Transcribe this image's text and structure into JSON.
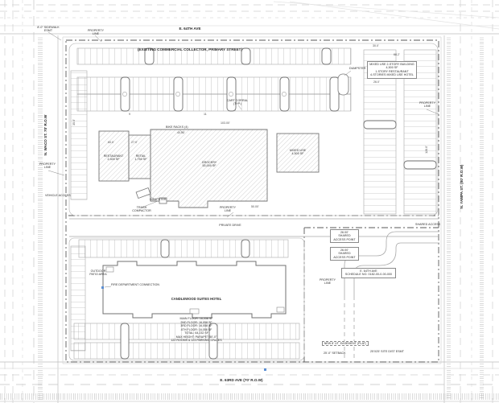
{
  "roads": {
    "north_line1": "E. 64TH AVE",
    "north_line2": "(EXISTING COMMERCIAL COLLECTOR, PRIMARY STREET)",
    "west": "N. WACO ST. 70' R.O.W",
    "east": "N. YAMPA ST. (80' R.O.W)",
    "south": "E. 63RD AVE (70' R.O.W)"
  },
  "buildings": {
    "restaurant": "RESTAURANT\n2,400 SF",
    "retail": "RETAIL\n1,750 SF",
    "grocery": "GROCERY\n53,000 SF",
    "mixed_use": "MIXED USE\n4,500 SF",
    "hotel_name": "CANDLEWOOD SUITES HOTEL",
    "hotel_floors": "MAIN FLOOR: 16,058 SF\n2ND FLOOR: 16,058 SF\n3RD FLOOR: 16,058 SF\n4TH FLOOR: 16,058 SF\nTOTAL: 64,232 SF\nMAX HEIGHT: PARAPET 50'-0\"\n122 ROOMS & 123 PARKING SPACES"
  },
  "notes": {
    "mixed_use_box": "MIXED USE 2-STORY BUILDING\n4,500 SF\n1-STORY RESTAURANT\n4-STORIES MIXED USE HOTEL",
    "parcel_box": "E. 64TH AVE\nSCHEDULE NO. 0182-00-0-00-000",
    "easement_box": "NEW 8' UT. EASEMENT (PLAT)",
    "setback": "25'-0\" SETBACK",
    "sight_esmt": "25'X25' SITE DIST ESMT",
    "sidewalk_esmt": "8'-0\" SIDEWALK ESMT"
  },
  "labels": {
    "property_line": "PROPERTY\nLINE",
    "vehicle_access": "VEHICLE ACCESS",
    "shared_access": "SHARED ACCESS",
    "shared_access_point": "26.00'\nSHARED\nACCESS POINT",
    "trash_compactor": "TRASH\nCOMPACTOR",
    "dumpster": "DUMPSTER",
    "fire_dept": "FIRE DEPARTMENT CONNECTION",
    "outdoor_patio": "OUTDOOR\nPATIO AREA",
    "bike_racks": "BIKE RACKS (4)",
    "cart_corral": "CART CORRAL\n(TYP.)",
    "private_drive": "PRIVATE DRIVE"
  },
  "dims": {
    "d103": "103.00'",
    "d40": "40.00'",
    "d60": "60.0'",
    "d27": "27.0'",
    "d68": "68.2'",
    "d30": "30.0'",
    "d26": "26.0'",
    "d50": "50.00'",
    "d128": "128.0'",
    "d35": "35.0'"
  },
  "counts": {
    "c1": "9",
    "c2": "11"
  },
  "colors": {
    "linework": "#9e9e9e",
    "property": "#5a5a5a",
    "hatch": "#bfbfbf",
    "hydrant": "#5b8fd4"
  }
}
